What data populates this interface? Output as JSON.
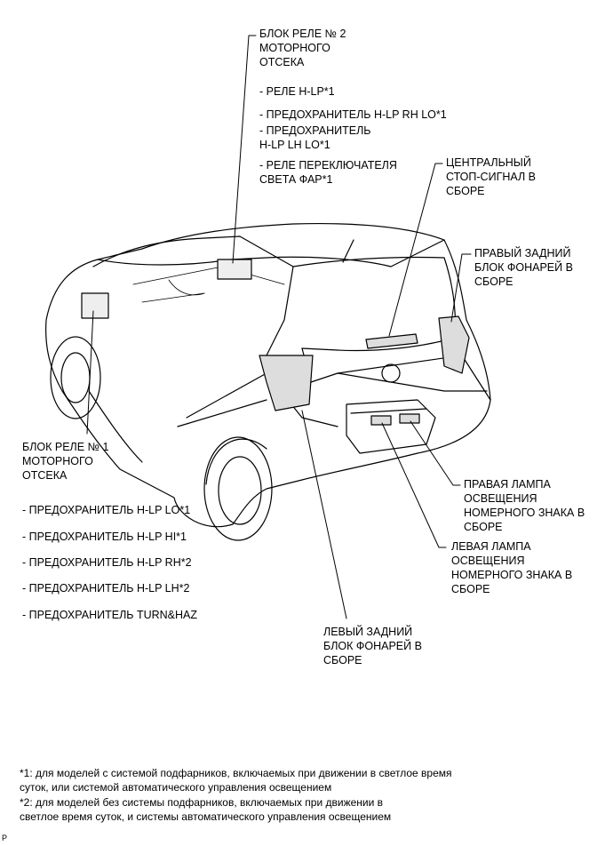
{
  "labels": {
    "relay2": {
      "title": "БЛОК РЕЛЕ № 2\nМОТОРНОГО\nОТСЕКА",
      "items": [
        "- РЕЛЕ H-LP*1",
        "- ПРЕДОХРАНИТЕЛЬ H-LP RH LO*1",
        "- ПРЕДОХРАНИТЕЛЬ\nH-LP LH LO*1",
        "- РЕЛЕ ПЕРЕКЛЮЧАТЕЛЯ\nСВЕТА ФАР*1"
      ]
    },
    "center_stop": "ЦЕНТРАЛЬНЫЙ\nСТОП-СИГНАЛ В\nСБОРЕ",
    "right_rear": "ПРАВЫЙ ЗАДНИЙ\nБЛОК ФОНАРЕЙ В\nСБОРЕ",
    "relay1": {
      "title": "БЛОК РЕЛЕ № 1\nМОТОРНОГО\nОТСЕКА",
      "items": [
        "- ПРЕДОХРАНИТЕЛЬ H-LP LO*1",
        "- ПРЕДОХРАНИТЕЛЬ H-LP HI*1",
        "- ПРЕДОХРАНИТЕЛЬ H-LP RH*2",
        "- ПРЕДОХРАНИТЕЛЬ H-LP LH*2",
        "- ПРЕДОХРАНИТЕЛЬ TURN&HAZ"
      ]
    },
    "right_plate": "ПРАВАЯ ЛАМПА\nОСВЕЩЕНИЯ\nНОМЕРНОГО ЗНАКА В\nСБОРЕ",
    "left_plate": "ЛЕВАЯ ЛАМПА\nОСВЕЩЕНИЯ\nНОМЕРНОГО ЗНАКА В\nСБОРЕ",
    "left_rear": "ЛЕВЫЙ ЗАДНИЙ\nБЛОК ФОНАРЕЙ В\nСБОРЕ"
  },
  "footnotes": {
    "note1": "*1: для моделей с системой подфарников, включаемых при движении в светлое время\nсуток, или системой автоматического управления освещением",
    "note2": "*2: для моделей без системы подфарников, включаемых при движении в\nсветлое время суток, и системы автоматического управления освещением"
  },
  "page_mark": "P"
}
